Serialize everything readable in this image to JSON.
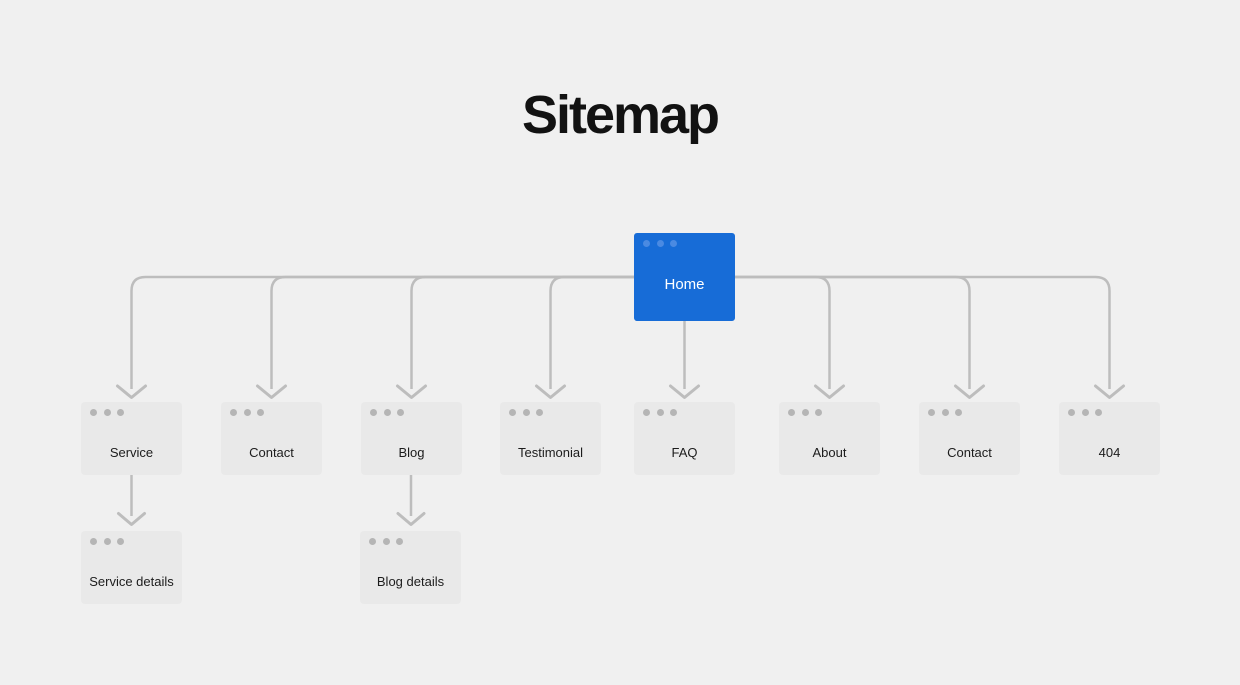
{
  "page": {
    "title": "Sitemap"
  },
  "colors": {
    "background": "#f0f0f0",
    "node_fill": "#e9e9e9",
    "node_dot": "#b5b5b5",
    "node_text": "#1c1c1c",
    "root_fill": "#176cd7",
    "root_dot": "#4a8ae2",
    "root_text": "#ffffff",
    "connector": "#bdbdbd",
    "title_text": "#121212"
  },
  "diagram": {
    "root": {
      "label": "Home"
    },
    "pages": [
      {
        "label": "Service"
      },
      {
        "label": "Contact"
      },
      {
        "label": "Blog"
      },
      {
        "label": "Testimonial"
      },
      {
        "label": "FAQ"
      },
      {
        "label": "About"
      },
      {
        "label": "Contact"
      },
      {
        "label": "404"
      }
    ],
    "subpages": [
      {
        "label": "Service details",
        "parent": "Service"
      },
      {
        "label": "Blog details",
        "parent": "Blog"
      }
    ]
  }
}
